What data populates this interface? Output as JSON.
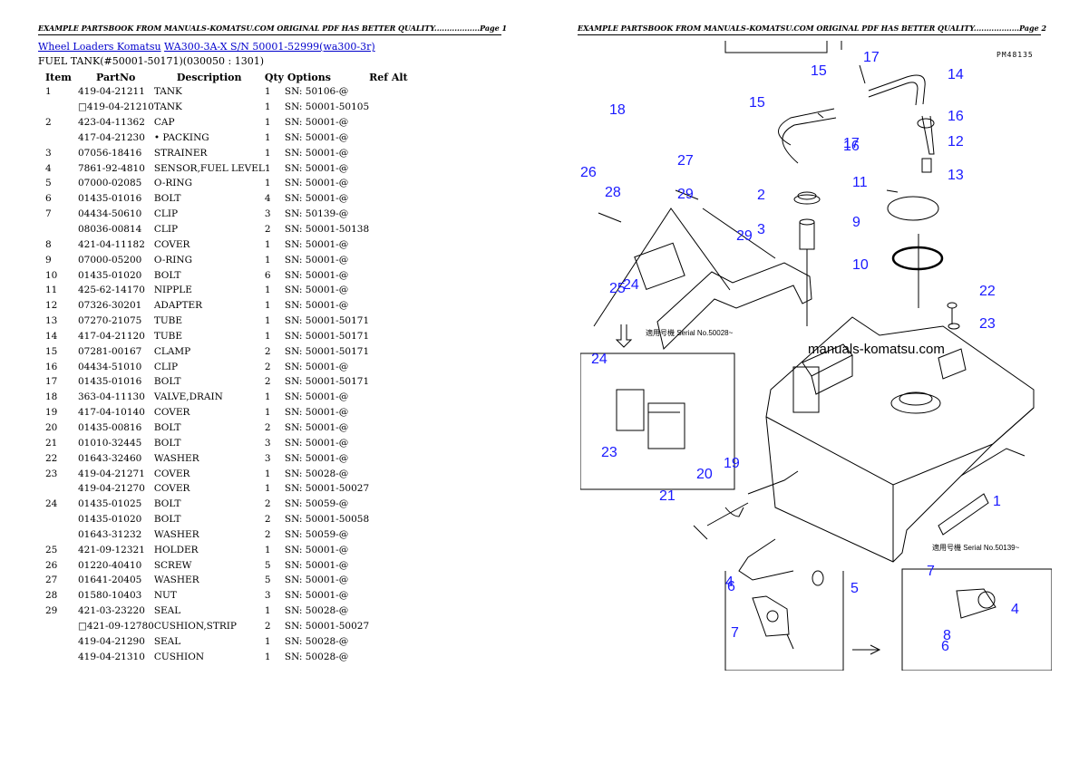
{
  "page1": {
    "header": "EXAMPLE PARTSBOOK FROM MANUALS-KOMATSU.COM ORIGINAL PDF HAS BETTER QUALITY..................Page 1",
    "breadcrumb": {
      "link1": "Wheel Loaders Komatsu",
      "link2": "WA300-3A-X S/N 50001-52999(wa300-3r)"
    },
    "subtitle": "FUEL TANK(#50001-50171)(030050 : 1301)",
    "table": {
      "columns": [
        "Item",
        "PartNo",
        "Description",
        "Qty",
        "Options",
        "Ref Alt"
      ],
      "rows": [
        {
          "item": "1",
          "part": "419-04-21211",
          "desc": "TANK",
          "qty": "1",
          "opt": "SN: 50106-@",
          "ref": ""
        },
        {
          "item": "",
          "part": "□419-04-21210",
          "desc": "TANK",
          "qty": "1",
          "opt": "SN: 50001-50105",
          "ref": ""
        },
        {
          "item": "2",
          "part": "423-04-11362",
          "desc": "CAP",
          "qty": "1",
          "opt": "SN: 50001-@",
          "ref": ""
        },
        {
          "item": "",
          "part": "417-04-21230",
          "desc": "• PACKING",
          "qty": "1",
          "opt": "SN: 50001-@",
          "ref": ""
        },
        {
          "item": "3",
          "part": "07056-18416",
          "desc": "STRAINER",
          "qty": "1",
          "opt": "SN: 50001-@",
          "ref": ""
        },
        {
          "item": "4",
          "part": "7861-92-4810",
          "desc": "SENSOR,FUEL LEVEL",
          "qty": "1",
          "opt": "SN: 50001-@",
          "ref": ""
        },
        {
          "item": "5",
          "part": "07000-02085",
          "desc": "O-RING",
          "qty": "1",
          "opt": "SN: 50001-@",
          "ref": ""
        },
        {
          "item": "6",
          "part": "01435-01016",
          "desc": "BOLT",
          "qty": "4",
          "opt": "SN: 50001-@",
          "ref": ""
        },
        {
          "item": "7",
          "part": "04434-50610",
          "desc": "CLIP",
          "qty": "3",
          "opt": "SN: 50139-@",
          "ref": ""
        },
        {
          "item": "",
          "part": "08036-00814",
          "desc": "CLIP",
          "qty": "2",
          "opt": "SN: 50001-50138",
          "ref": ""
        },
        {
          "item": "8",
          "part": "421-04-11182",
          "desc": "COVER",
          "qty": "1",
          "opt": "SN: 50001-@",
          "ref": ""
        },
        {
          "item": "9",
          "part": "07000-05200",
          "desc": "O-RING",
          "qty": "1",
          "opt": "SN: 50001-@",
          "ref": ""
        },
        {
          "item": "10",
          "part": "01435-01020",
          "desc": "BOLT",
          "qty": "6",
          "opt": "SN: 50001-@",
          "ref": ""
        },
        {
          "item": "11",
          "part": "425-62-14170",
          "desc": "NIPPLE",
          "qty": "1",
          "opt": "SN: 50001-@",
          "ref": ""
        },
        {
          "item": "12",
          "part": "07326-30201",
          "desc": "ADAPTER",
          "qty": "1",
          "opt": "SN: 50001-@",
          "ref": ""
        },
        {
          "item": "13",
          "part": "07270-21075",
          "desc": "TUBE",
          "qty": "1",
          "opt": "SN: 50001-50171",
          "ref": ""
        },
        {
          "item": "14",
          "part": "417-04-21120",
          "desc": "TUBE",
          "qty": "1",
          "opt": "SN: 50001-50171",
          "ref": ""
        },
        {
          "item": "15",
          "part": "07281-00167",
          "desc": "CLAMP",
          "qty": "2",
          "opt": "SN: 50001-50171",
          "ref": ""
        },
        {
          "item": "16",
          "part": "04434-51010",
          "desc": "CLIP",
          "qty": "2",
          "opt": "SN: 50001-@",
          "ref": ""
        },
        {
          "item": "17",
          "part": "01435-01016",
          "desc": "BOLT",
          "qty": "2",
          "opt": "SN: 50001-50171",
          "ref": ""
        },
        {
          "item": "18",
          "part": "363-04-11130",
          "desc": "VALVE,DRAIN",
          "qty": "1",
          "opt": "SN: 50001-@",
          "ref": ""
        },
        {
          "item": "19",
          "part": "417-04-10140",
          "desc": "COVER",
          "qty": "1",
          "opt": "SN: 50001-@",
          "ref": ""
        },
        {
          "item": "20",
          "part": "01435-00816",
          "desc": "BOLT",
          "qty": "2",
          "opt": "SN: 50001-@",
          "ref": ""
        },
        {
          "item": "21",
          "part": "01010-32445",
          "desc": "BOLT",
          "qty": "3",
          "opt": "SN: 50001-@",
          "ref": ""
        },
        {
          "item": "22",
          "part": "01643-32460",
          "desc": "WASHER",
          "qty": "3",
          "opt": "SN: 50001-@",
          "ref": ""
        },
        {
          "item": "23",
          "part": "419-04-21271",
          "desc": "COVER",
          "qty": "1",
          "opt": "SN: 50028-@",
          "ref": ""
        },
        {
          "item": "",
          "part": "419-04-21270",
          "desc": "COVER",
          "qty": "1",
          "opt": "SN: 50001-50027",
          "ref": ""
        },
        {
          "item": "24",
          "part": "01435-01025",
          "desc": "BOLT",
          "qty": "2",
          "opt": "SN: 50059-@",
          "ref": ""
        },
        {
          "item": "",
          "part": "01435-01020",
          "desc": "BOLT",
          "qty": "2",
          "opt": "SN: 50001-50058",
          "ref": ""
        },
        {
          "item": "",
          "part": "01643-31232",
          "desc": "WASHER",
          "qty": "2",
          "opt": "SN: 50059-@",
          "ref": ""
        },
        {
          "item": "25",
          "part": "421-09-12321",
          "desc": "HOLDER",
          "qty": "1",
          "opt": "SN: 50001-@",
          "ref": ""
        },
        {
          "item": "26",
          "part": "01220-40410",
          "desc": "SCREW",
          "qty": "5",
          "opt": "SN: 50001-@",
          "ref": ""
        },
        {
          "item": "27",
          "part": "01641-20405",
          "desc": "WASHER",
          "qty": "5",
          "opt": "SN: 50001-@",
          "ref": ""
        },
        {
          "item": "28",
          "part": "01580-10403",
          "desc": "NUT",
          "qty": "3",
          "opt": "SN: 50001-@",
          "ref": ""
        },
        {
          "item": "29",
          "part": "421-03-23220",
          "desc": "SEAL",
          "qty": "1",
          "opt": "SN: 50028-@",
          "ref": ""
        },
        {
          "item": "",
          "part": "□421-09-12780",
          "desc": "CUSHION,STRIP",
          "qty": "2",
          "opt": "SN: 50001-50027",
          "ref": ""
        },
        {
          "item": "",
          "part": "419-04-21290",
          "desc": "SEAL",
          "qty": "1",
          "opt": "SN: 50028-@",
          "ref": ""
        },
        {
          "item": "",
          "part": "419-04-21310",
          "desc": "CUSHION",
          "qty": "1",
          "opt": "SN: 50028-@",
          "ref": ""
        }
      ]
    }
  },
  "page2": {
    "header": "EXAMPLE PARTSBOOK FROM MANUALS-KOMATSU.COM ORIGINAL PDF HAS BETTER QUALITY..................Page 2",
    "diagram_code": "PM48135",
    "watermark": "manuals-komatsu.com",
    "serial_note_1": "適用号機 Serial No.50028~",
    "serial_note_2": "適用号機 Serial No.50139~",
    "callouts": [
      "1",
      "2",
      "3",
      "4",
      "4",
      "5",
      "6",
      "6",
      "7",
      "7",
      "8",
      "9",
      "10",
      "11",
      "12",
      "13",
      "14",
      "15",
      "15",
      "16",
      "16",
      "17",
      "17",
      "18",
      "19",
      "20",
      "21",
      "22",
      "23",
      "23",
      "24",
      "24",
      "25",
      "26",
      "27",
      "28",
      "29",
      "29"
    ]
  }
}
